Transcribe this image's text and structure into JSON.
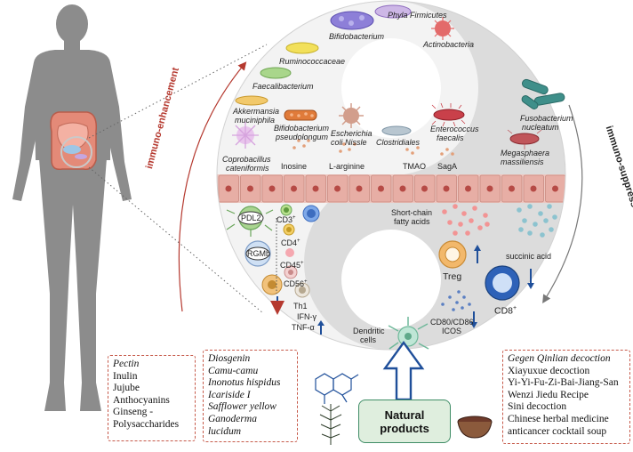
{
  "labels": {
    "immuno_enhancement": "immuno-enhancement",
    "immuno_suppress": "immuno-suppress",
    "phyla_firmicutes": "Phyla Firmicutes",
    "bifidobacterium": "Bifidobacterium",
    "actinobacteria": "Actinobacteria",
    "ruminococcaceae": "Ruminococcaceae",
    "faecalibacterium": "Faecalibacterium",
    "akkermansia_line1": "Akkermansia",
    "akkermansia_line2": "muciniphila",
    "bif_pseudo_line1": "Bifidobacterium",
    "bif_pseudo_line2": "pseudolongum",
    "ecoli_line1": "Escherichia",
    "ecoli_line2": "coli Nissle",
    "clostridiales": "Clostridiales",
    "enterococcus_line1": "Enterococcus",
    "enterococcus_line2": "faecalis",
    "fusobacterium_line1": "Fusobacterium",
    "fusobacterium_line2": "nucleatum",
    "megasphaera_line1": "Megasphaera",
    "megasphaera_line2": "massiliensis",
    "coprobacillus_line1": "Coprobacillus",
    "coprobacillus_line2": "cateniformis",
    "inosine": "Inosine",
    "l_arginine": "L-arginine",
    "tmao": "TMAO",
    "saga": "SagA",
    "pdl2": "PDL2",
    "rgmb": "RGMb",
    "cd3": "CD3",
    "cd4": "CD4",
    "cd45": "CD45",
    "cd56": "CD56",
    "plus": "+",
    "th1": "Th1",
    "ifn": "IFN-γ",
    "tnf": "TNF-α",
    "scfa_line1": "Short-chain",
    "scfa_line2": "fatty acids",
    "treg": "Treg",
    "succinic": "succinic acid",
    "cd8": "CD8",
    "cd80_line1": "CD80/CD86",
    "cd80_line2": "ICOS",
    "dendritic_line1": "Dendritic",
    "dendritic_line2": "cells",
    "natural_line1": "Natural",
    "natural_line2": "products"
  },
  "box_left": [
    "Pectin",
    "Inulin",
    "Jujube",
    "Anthocyanins",
    "Ginseng -",
    "Polysaccharides"
  ],
  "box_middle": [
    "Diosgenin",
    "Camu-camu",
    "Inonotus hispidus",
    "Icariside I",
    "Safflower yellow",
    "Ganoderma",
    "lucidum"
  ],
  "box_right": [
    "Gegen Qinlian decoction",
    "Xiayuxue decoction",
    "Yi-Yi-Fu-Zi-Bai-Jiang-San",
    "Wenzi Jiedu Recipe",
    "Sini decoction",
    "Chinese herbal medicine",
    "anticancer cocktail soup"
  ],
  "colors": {
    "yin_light": "#f3f3f3",
    "yin_grey": "#dcdcdc",
    "epithelium": "#e9b8b0",
    "accent_red": "#b5392f",
    "cd8_blue": "#2e62b8",
    "arrow_blue": "#1f4f9a",
    "body_grey": "#888888"
  }
}
